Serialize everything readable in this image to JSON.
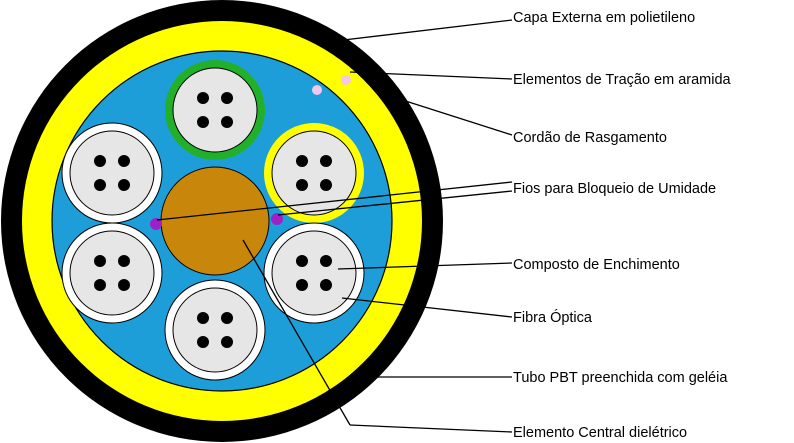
{
  "labels": {
    "outer_jacket": "Capa Externa em polietileno",
    "aramid": "Elementos de Tração em aramida",
    "ripcord": "Cordão de Rasgamento",
    "water_block": "Fios para Bloqueio de Umidade",
    "filling": "Composto de Enchimento",
    "fiber": "Fibra Óptica",
    "tube": "Tubo PBT preenchida com geléia",
    "central": "Elemento Central dielétrico"
  },
  "colors": {
    "jacket": "#000000",
    "aramid_layer": "#ffff00",
    "filling": "#1e9ed8",
    "tube_fill": "#e6e6e6",
    "tube_ring": "#ffffff",
    "tube_green_ring": "#22b02a",
    "tube_yellow_ring": "#ffff00",
    "fiber_dot": "#000000",
    "central_element": "#c8870a",
    "water_block_yarn": "#9f20c8",
    "ripcord": "#f3c6ea"
  }
}
